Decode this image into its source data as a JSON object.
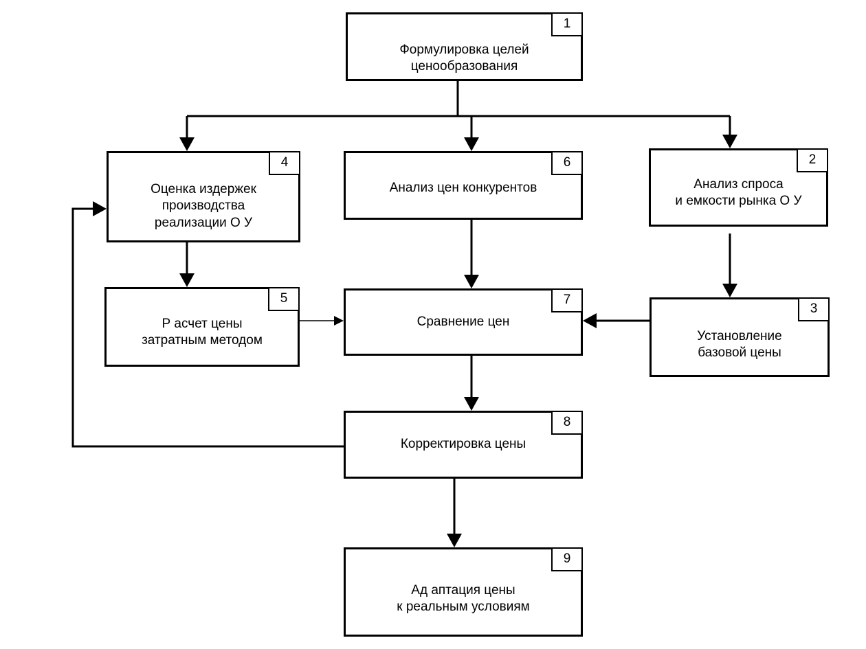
{
  "diagram": {
    "blocks": [
      {
        "id": "b1",
        "number": "1",
        "text": "Формулировка целей\nценообразования"
      },
      {
        "id": "b2",
        "number": "2",
        "text": "Анализ спроса\nи емкости рынка О У"
      },
      {
        "id": "b3",
        "number": "3",
        "text": "Установление\nбазовой цены"
      },
      {
        "id": "b4",
        "number": "4",
        "text": "Оценка издержек\nпроизводства\nреализации О У"
      },
      {
        "id": "b5",
        "number": "5",
        "text": "Р асчет цены\nзатратным методом"
      },
      {
        "id": "b6",
        "number": "6",
        "text": "Анализ цен конкурентов"
      },
      {
        "id": "b7",
        "number": "7",
        "text": "Сравнение цен"
      },
      {
        "id": "b8",
        "number": "8",
        "text": "Корректировка цены"
      },
      {
        "id": "b9",
        "number": "9",
        "text": "Ад аптация цены\nк реальным условиям"
      }
    ]
  }
}
